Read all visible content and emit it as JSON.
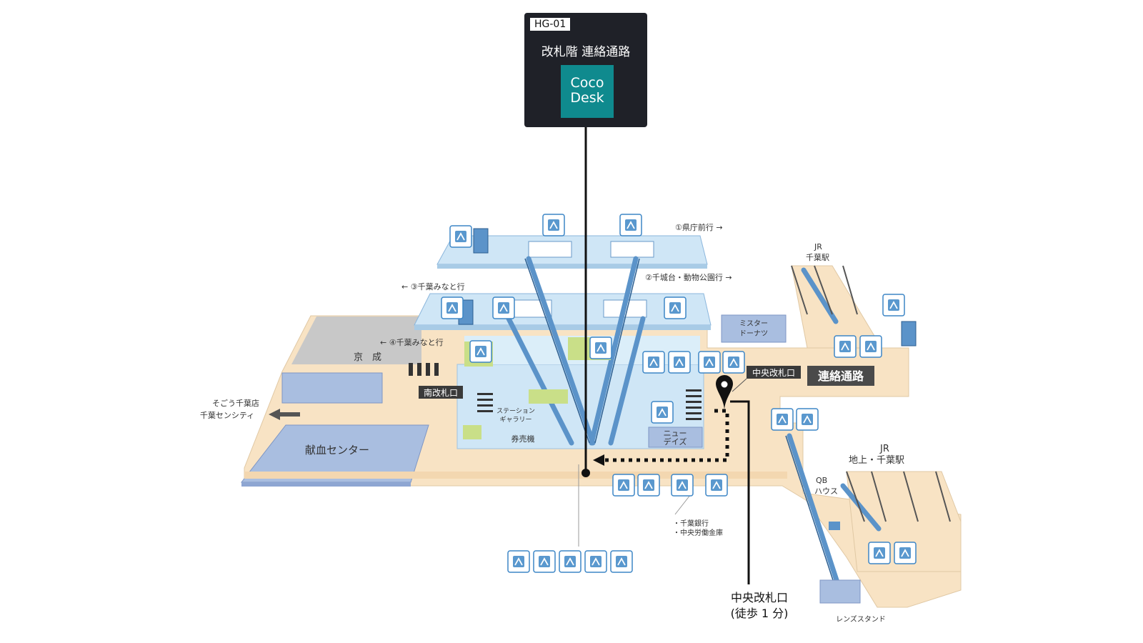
{
  "header": {
    "code": "HG-01",
    "title": "改札階 連絡通路",
    "brand_line1": "Coco",
    "brand_line2": "Desk"
  },
  "labels": {
    "dir1": "①県庁前行 →",
    "dir2": "②千城台・動物公園行 →",
    "dir3": "← ③千葉みなと行",
    "dir4": "← ④千葉みなと行",
    "keisei": "京　成",
    "sogo_line1": "そごう千葉店",
    "sogo_line2": "千葉センシティ",
    "blood_center": "献血センター",
    "south_gate": "南改札口",
    "station_gallery_line1": "ステーション",
    "station_gallery_line2": "ギャラリー",
    "ticket_machine": "券売機",
    "newdays_line1": "ニュー",
    "newdays_line2": "デイズ",
    "misdo_line1": "ミスター",
    "misdo_line2": "ドーナツ",
    "central_gate": "中央改札口",
    "passage": "連絡通路",
    "jr_top_line1": "JR",
    "jr_top_line2": "千葉駅",
    "jr_bottom_line1": "JR",
    "jr_bottom_line2": "地上・千葉駅",
    "qb_line1": "QB",
    "qb_line2": "ハウス",
    "bank_line1": "・千葉銀行",
    "bank_line2": "・中央労働金庫",
    "lens": "レンズスタンド"
  },
  "destination": {
    "line1": "中央改札口",
    "line2": "(徒歩 1 分)"
  },
  "colors": {
    "header_bg": "#1f2128",
    "brand": "#0f8a8e",
    "floor": "#f8e3c4",
    "platform": "#cfe6f6",
    "gray_area": "#c8c8c8",
    "shop": "#a9bee0",
    "toilet_green": "#c9df88",
    "escalator": "#5b93c9",
    "icon_border": "#3d86c6",
    "route": "#111111"
  }
}
